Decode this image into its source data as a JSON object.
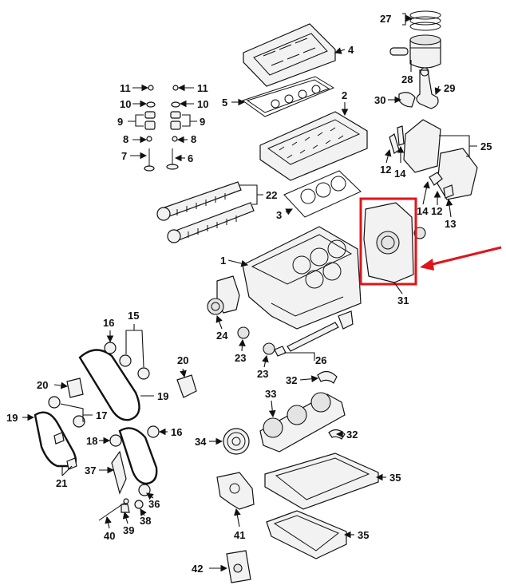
{
  "labels": {
    "l27": "27",
    "l4": "4",
    "l28": "28",
    "l29": "29",
    "l30": "30",
    "l11a": "11",
    "l11b": "11",
    "l10a": "10",
    "l10b": "10",
    "l9a": "9",
    "l9b": "9",
    "l8a": "8",
    "l8b": "8",
    "l7": "7",
    "l6": "6",
    "l5": "5",
    "l2": "2",
    "l25": "25",
    "l12a": "12",
    "l14a": "14",
    "l22": "22",
    "l3": "3",
    "l14b": "14",
    "l12b": "12",
    "l13": "13",
    "l1": "1",
    "l31": "31",
    "l24": "24",
    "l23a": "23",
    "l26": "26",
    "l23b": "23",
    "l16a": "16",
    "l15": "15",
    "l20a": "20",
    "l20b": "20",
    "l32a": "32",
    "l19a": "19",
    "l33": "33",
    "l17": "17",
    "l19b": "19",
    "l16b": "16",
    "l18": "18",
    "l34": "34",
    "l32b": "32",
    "l37": "37",
    "l35a": "35",
    "l21": "21",
    "l36": "36",
    "l40": "40",
    "l39": "39",
    "l38": "38",
    "l41": "41",
    "l35b": "35",
    "l42": "42"
  },
  "highlight_color": "#e0141b",
  "highlighted_part": "31"
}
